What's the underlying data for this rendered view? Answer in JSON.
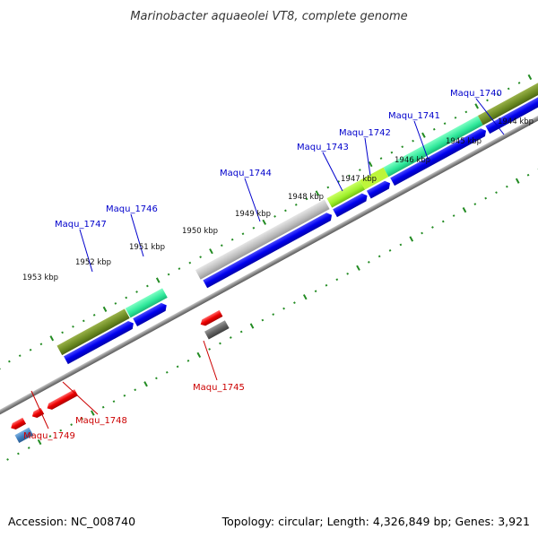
{
  "title": "Marinobacter aquaeolei VT8, complete genome",
  "footer": {
    "accession": "Accession: NC_008740",
    "summary": "Topology: circular; Length: 4,326,849 bp; Genes: 3,921"
  },
  "scale_labels": [
    "1944 kbp",
    "1945 kbp",
    "1946 kbp",
    "1947 kbp",
    "1948 kbp",
    "1949 kbp",
    "1950 kbp",
    "1951 kbp",
    "1952 kbp",
    "1953 kbp"
  ],
  "gene_labels": {
    "forward": [
      "Maqu_1740",
      "Maqu_1741",
      "Maqu_1742",
      "Maqu_1743",
      "Maqu_1744",
      "Maqu_1746",
      "Maqu_1747"
    ],
    "reverse": [
      "Maqu_1745",
      "Maqu_1748",
      "Maqu_1749"
    ]
  },
  "colors": {
    "forward_gene": "#0000ee",
    "reverse_gene": "#ee0000",
    "forward_label": "#0000cc",
    "reverse_label": "#cc0000",
    "tick": "#228b22",
    "backbone": "#8a8a8a"
  }
}
